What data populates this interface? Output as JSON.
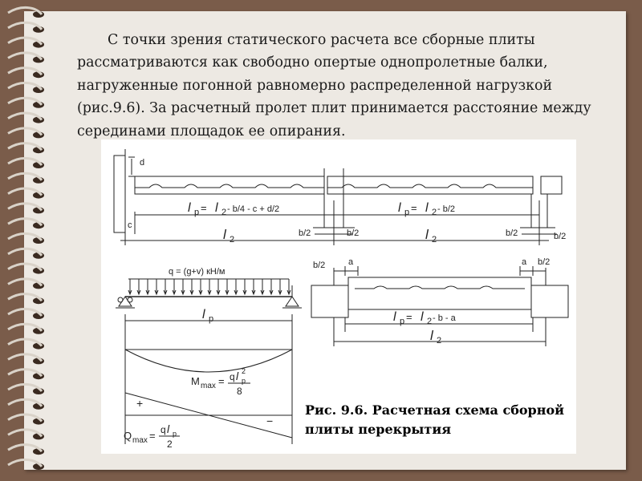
{
  "paragraph": {
    "lines": [
      "С точки зрения статического расчета все сборные плиты",
      "рассматриваются как свободно опертые однопролетные балки,",
      "нагруженные погонной равномерно распределенной нагрузкой",
      "(рис.9.6). За расчетный пролет плит принимается расстояние между",
      "серединами площадок ее опирания."
    ]
  },
  "figure": {
    "caption_line1": "Рис. 9.6. Расчетная схема сборной",
    "caption_line2": "плиты перекрытия",
    "top_section": {
      "d": "d",
      "c": "c",
      "lp_formula_left_a": "l",
      "lp_formula_left_sub": "p",
      "lp_formula_left_b": " = ",
      "lp_formula_left_c": "l",
      "lp_formula_left_sub2": "2",
      "lp_formula_left_tail": " - b/4 - c + d/2",
      "lp_formula_right_a": "l",
      "lp_formula_right_sub": "p",
      "lp_formula_right_b": " = ",
      "lp_formula_right_c": "l",
      "lp_formula_right_sub2": "2",
      "lp_formula_right_tail": " - b/2",
      "l2_left_a": "l",
      "l2_left_sub": "2",
      "l2_right_a": "l",
      "l2_right_sub": "2",
      "b2_a": "b/2",
      "b2_b": "b/2",
      "b2_c": "b/2",
      "b2_d": "b/2"
    },
    "beam_section": {
      "load_label": "q = (g+v) кН/м",
      "span_a": "l",
      "span_sub": "p",
      "m_label": "M",
      "m_sub": "max",
      "m_eq": "=",
      "m_num_a": "q",
      "m_num_b": "l",
      "m_num_sub": "p",
      "m_num_sup": "2",
      "m_den": "8",
      "plus": "+",
      "minus": "−",
      "q_label": "Q",
      "q_sub": "max",
      "q_eq": "=",
      "q_num_a": "q",
      "q_num_b": "l",
      "q_num_sub": "p",
      "q_den": "2"
    },
    "right_section": {
      "b2_left": "b/2",
      "a_left": "a",
      "a_right": "a",
      "b2_right": "b/2",
      "lp_a": "l",
      "lp_sub": "p",
      "lp_b": " = ",
      "lp_c": "l",
      "lp_sub2": "2",
      "lp_tail": " - b - a",
      "l2_a": "l",
      "l2_sub": "2"
    }
  }
}
